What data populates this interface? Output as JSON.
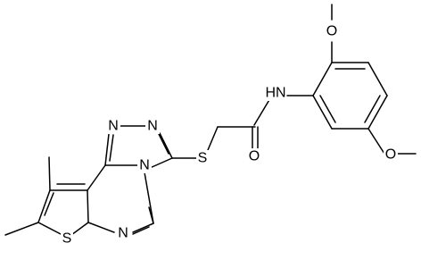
{
  "structure": {
    "atom_labels": {
      "methoxy_top": "O",
      "amide_nh": "HN",
      "carbonyl_o": "O",
      "methoxy_right": "O",
      "thioether_s": "S",
      "triazole_n1": "N",
      "triazole_n2": "N",
      "triazole_n_fused": "N",
      "pyrimidine_n": "N",
      "thiophene_s": "S"
    }
  }
}
